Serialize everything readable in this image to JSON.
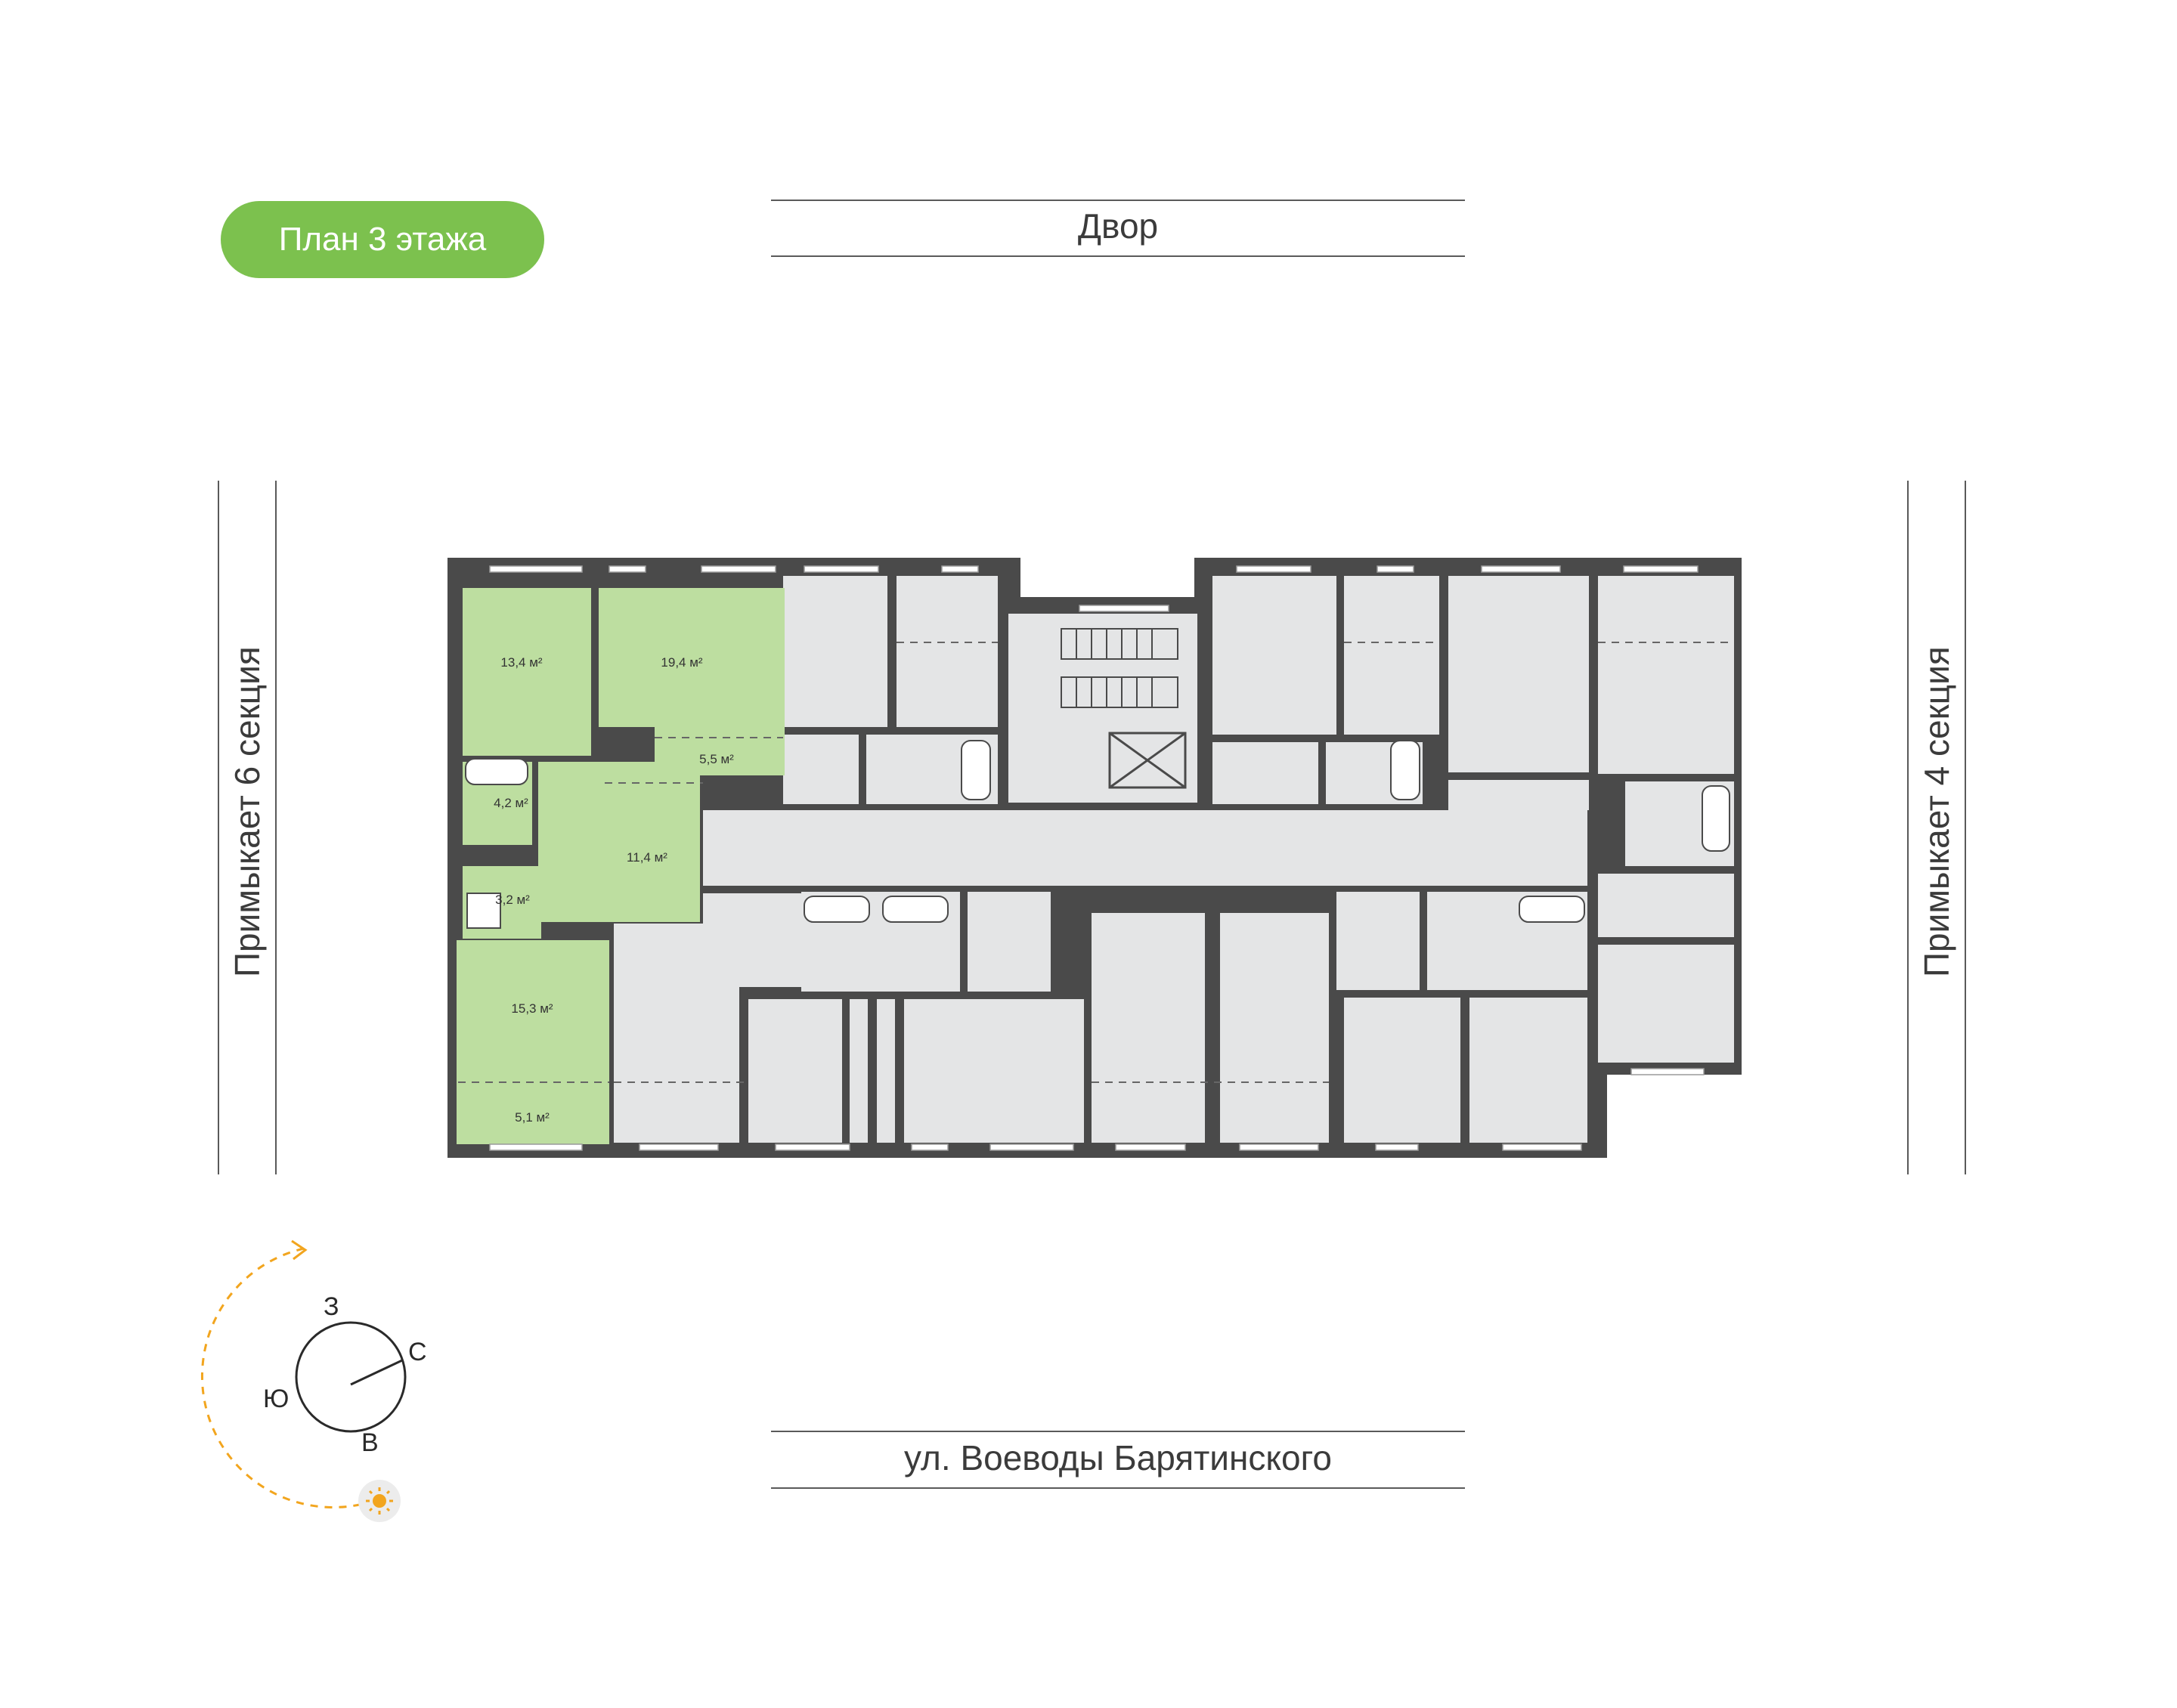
{
  "floor_badge": "План 3 этажа",
  "top_street": "Двор",
  "bottom_street": "ул. Воеводы Барятинского",
  "left_side": "Примыкает 6 секция",
  "right_side": "Примыкает 4 секция",
  "apartment": {
    "highlight_color": "#bddea0",
    "rooms": [
      {
        "name": "room-1",
        "area": "13,4 м²"
      },
      {
        "name": "room-2",
        "area": "19,4 м²"
      },
      {
        "name": "kitchen",
        "area": "5,5 м²"
      },
      {
        "name": "bathroom",
        "area": "4,2 м²"
      },
      {
        "name": "hall",
        "area": "11,4 м²"
      },
      {
        "name": "shower-room",
        "area": "3,2 м²"
      },
      {
        "name": "room-3",
        "area": "15,3 м²"
      },
      {
        "name": "loggia",
        "area": "5,1 м²"
      }
    ]
  },
  "compass": {
    "west": "З",
    "north": "С",
    "south": "Ю",
    "east": "В",
    "sun_color": "#f2a51e"
  },
  "colors": {
    "wall": "#4a4a4a",
    "room_fill": "#e4e5e6",
    "accent": "#7cc14e"
  }
}
